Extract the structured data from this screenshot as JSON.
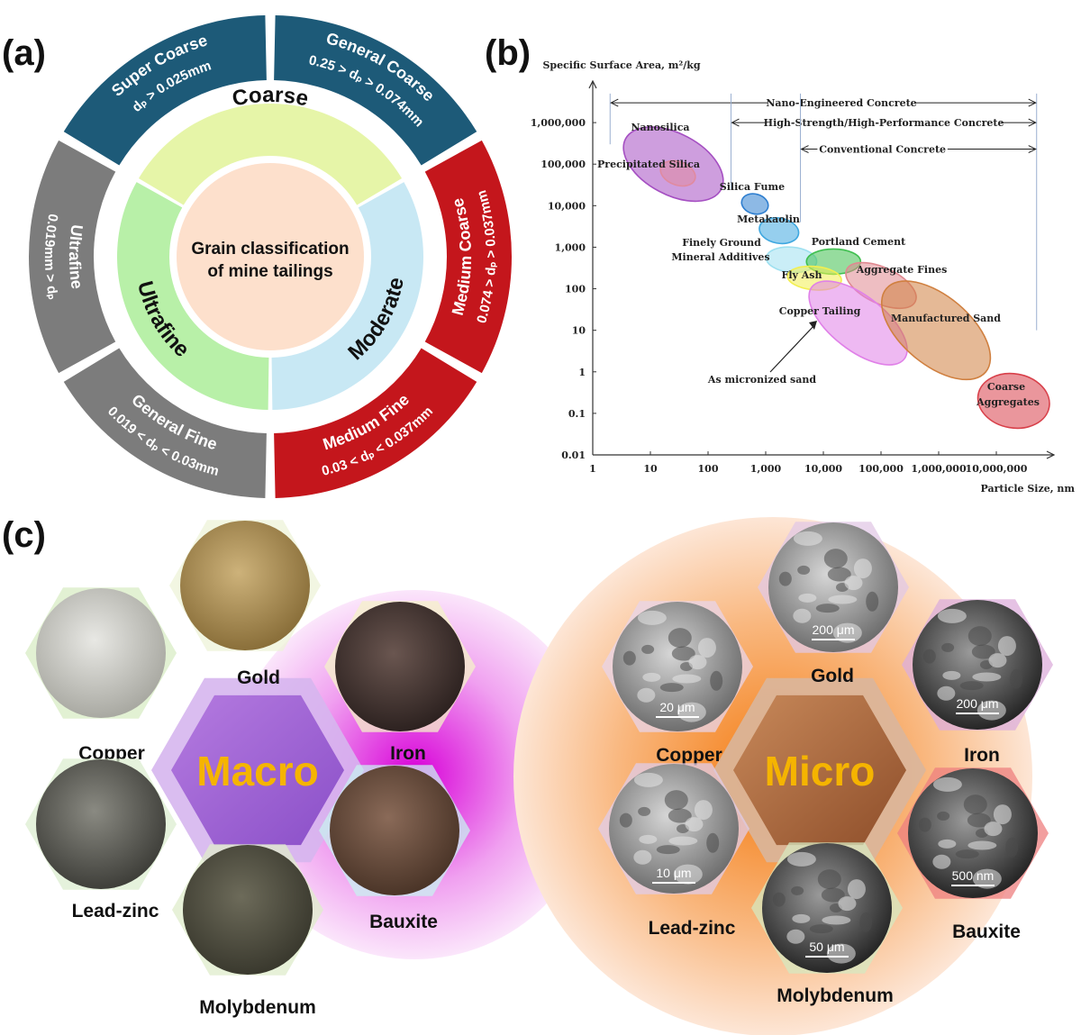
{
  "panels": {
    "a": "(a)",
    "b": "(b)",
    "c": "(c)"
  },
  "panel_a": {
    "center": [
      "Grain classification",
      "of mine tailings"
    ],
    "inner": {
      "coarse": "Coarse",
      "moderate": "Moderate",
      "ultrafine": "Ultrafine"
    },
    "segments": [
      {
        "id": "super-coarse",
        "line1": "Super Coarse",
        "line2": "dₚ > 0.025mm",
        "color": "#1d5a78"
      },
      {
        "id": "general-coarse",
        "line1": "General Coarse",
        "line2": "0.25 > dₚ > 0.074mm",
        "color": "#1d5a78"
      },
      {
        "id": "medium-coarse",
        "line1": "Medium Coarse",
        "line2": "0.074 > dₚ > 0.037mm",
        "color": "#c4161c"
      },
      {
        "id": "medium-fine",
        "line1": "Medium Fine",
        "line2": "0.03 < dₚ < 0.037mm",
        "color": "#c4161c"
      },
      {
        "id": "general-fine",
        "line1": "General Fine",
        "line2": "0.019 < dₚ < 0.03mm",
        "color": "#7c7c7c"
      },
      {
        "id": "ultrafine",
        "line1": "Ultrafine",
        "line2": "0.019mm > dₚ",
        "color": "#7c7c7c"
      }
    ]
  },
  "chart_data": {
    "type": "scatter",
    "ylabel": "Specific Surface Area, m²/kg",
    "xlabel": "Particle Size, nm",
    "x_scale": "log",
    "y_scale": "log",
    "xlim": [
      1,
      100000000
    ],
    "ylim": [
      0.01,
      10000000
    ],
    "x_ticks": [
      "1",
      "10",
      "100",
      "1,000",
      "10,000",
      "100,000",
      "1,000,000",
      "10,000,000"
    ],
    "y_ticks": [
      "0.01",
      "0.1",
      "1",
      "10",
      "100",
      "1,000",
      "10,000",
      "100,000",
      "1,000,000"
    ],
    "ranges": [
      {
        "label": "Nano-Engineered Concrete",
        "from": 2,
        "to": 50000000,
        "y": 3000000
      },
      {
        "label": "High-Strength/High-Performance Concrete",
        "from": 250,
        "to": 50000000,
        "y": 1000000
      },
      {
        "label": "Conventional Concrete",
        "from": 4000,
        "to": 50000000,
        "y": 230000
      }
    ],
    "regions": [
      {
        "label": "Nanosilica",
        "cx": 25,
        "cy": 100000,
        "color": "#a54fc2"
      },
      {
        "label": "Precipitated Silica",
        "cx": 30,
        "cy": 60000,
        "color": "#e08aa0"
      },
      {
        "label": "Silica Fume",
        "cx": 650,
        "cy": 11000,
        "color": "#2f7fd0"
      },
      {
        "label": "Metakaolin",
        "cx": 1700,
        "cy": 2500,
        "color": "#40a8e0"
      },
      {
        "label": "Finely Ground Mineral Additives",
        "cx": 2800,
        "cy": 500,
        "color": "#9ee0f0"
      },
      {
        "label": "Portland Cement",
        "cx": 15000,
        "cy": 450,
        "color": "#3fbf4f"
      },
      {
        "label": "Fly Ash",
        "cx": 7000,
        "cy": 180,
        "color": "#f2ef50"
      },
      {
        "label": "Aggregate Fines",
        "cx": 100000,
        "cy": 120,
        "color": "#e08890"
      },
      {
        "label": "Copper Tailing",
        "cx": 40000,
        "cy": 15,
        "color": "#e080e8"
      },
      {
        "label": "Manufactured Sand",
        "cx": 900000,
        "cy": 10,
        "color": "#d08040"
      },
      {
        "label": "Coarse Aggregates",
        "cx": 20000000,
        "cy": 0.2,
        "color": "#d8404a"
      }
    ],
    "annotation": "As micronized sand"
  },
  "panel_c": {
    "macro": {
      "title": "Macro",
      "samples": [
        "Gold",
        "Copper",
        "Iron",
        "Lead-zinc",
        "Bauxite",
        "Molybdenum"
      ]
    },
    "micro": {
      "title": "Micro",
      "samples": [
        "Gold",
        "Copper",
        "Iron",
        "Lead-zinc",
        "Bauxite",
        "Molybdenum"
      ],
      "scales": [
        "200 μm",
        "20 μm",
        "200 μm",
        "10 μm",
        "500 nm",
        "50 μm"
      ]
    }
  }
}
